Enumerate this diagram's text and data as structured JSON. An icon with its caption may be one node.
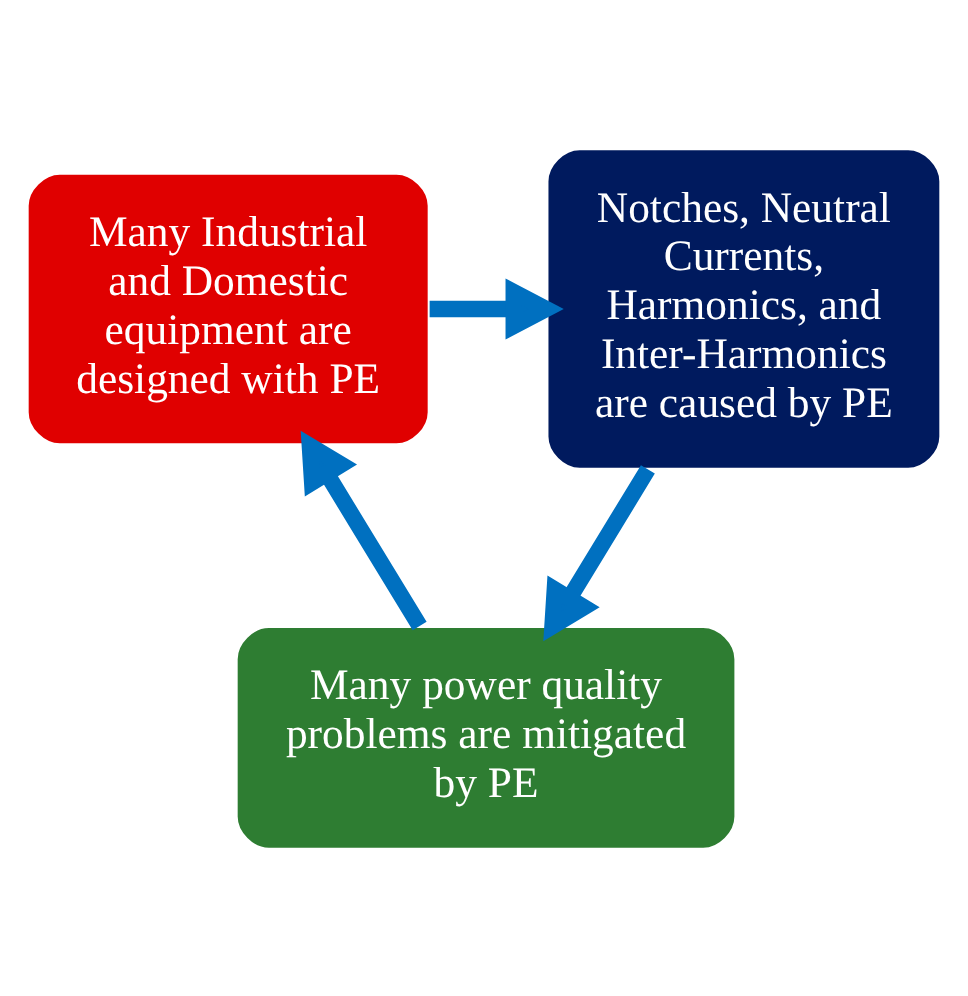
{
  "diagram": {
    "nodes": [
      {
        "text": [
          "Many Industrial and Domestic equipment are designed with PE"
        ]
      },
      {
        "text": [
          "Notches, Neutral Currents, Harmonics, and Inter-Harmonics are caused by PE"
        ]
      },
      {
        "text": [
          "Many power quality problems are mitigated by PE"
        ]
      }
    ],
    "edges": [
      {
        "from": 0,
        "to": 1,
        "arrow": "to"
      },
      {
        "from": 1,
        "to": 2,
        "arrow": "to"
      },
      {
        "from": 2,
        "to": 0,
        "arrow": "to"
      }
    ]
  }
}
